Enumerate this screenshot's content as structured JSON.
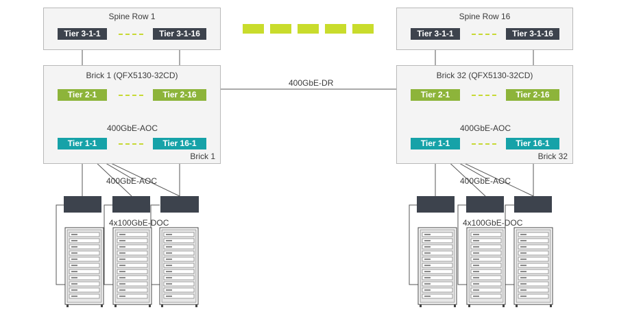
{
  "spine_left": {
    "title": "Spine Row 1",
    "node_a": "Tier 3-1-1",
    "node_b": "Tier 3-1-16"
  },
  "spine_right": {
    "title": "Spine Row 16",
    "node_a": "Tier 3-1-1",
    "node_b": "Tier 3-1-16"
  },
  "brick_left": {
    "title": "Brick 1 (QFX5130-32CD)",
    "tier2_a": "Tier 2-1",
    "tier2_b": "Tier 2-16",
    "aoc_label": "400GbE-AOC",
    "tier1_a": "Tier 1-1",
    "tier1_b": "Tier 16-1",
    "caption": "Brick 1"
  },
  "brick_right": {
    "title": "Brick 32 (QFX5130-32CD)",
    "tier2_a": "Tier 2-1",
    "tier2_b": "Tier 2-16",
    "aoc_label": "400GbE-AOC",
    "tier1_a": "Tier 1-1",
    "tier1_b": "Tier 16-1",
    "caption": "Brick 32"
  },
  "link_label": "400GbE-DR",
  "rack_left": {
    "aoc_label": "400GbE-AOC",
    "doc_label": "4x100GbE-DOC"
  },
  "rack_right": {
    "aoc_label": "400GbE-AOC",
    "doc_label": "4x100GbE-DOC"
  },
  "colors": {
    "dark": "#3d434d",
    "green": "#8db43a",
    "teal": "#16a2a8",
    "accent": "#c9dc2c",
    "panel": "#f4f4f4"
  }
}
